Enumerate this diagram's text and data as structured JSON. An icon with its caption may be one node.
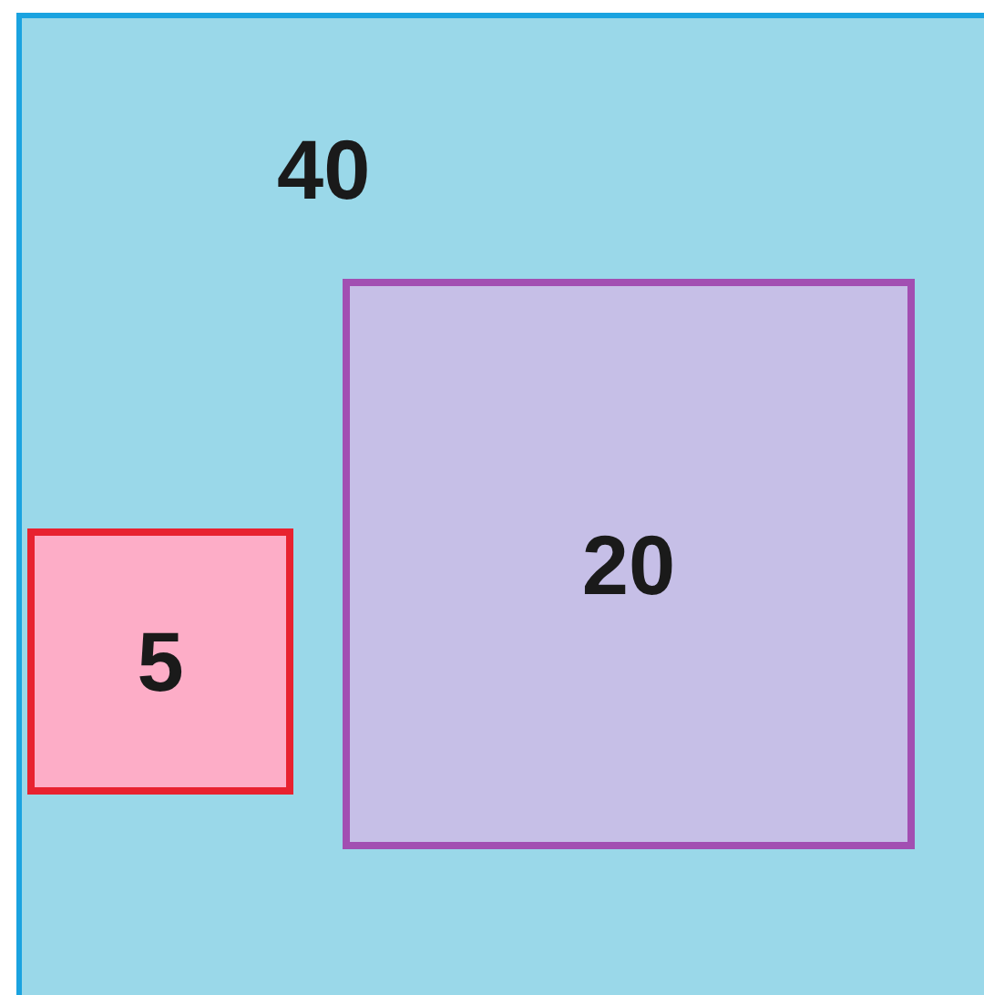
{
  "diagram": {
    "nodes": [
      {
        "text": [
          "40"
        ]
      },
      {
        "text": [
          "5"
        ],
        "in": 0
      },
      {
        "text": [
          "20"
        ],
        "in": 0
      }
    ]
  }
}
